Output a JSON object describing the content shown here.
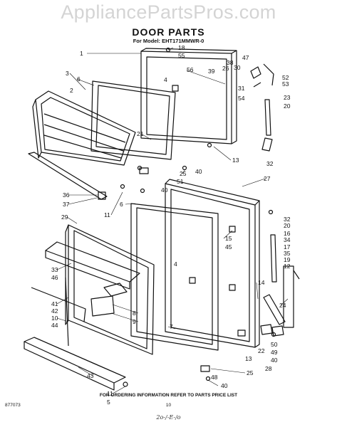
{
  "header": {
    "watermark": "AppliancePartsPros.com",
    "title": "DOOR PARTS",
    "model_line": "For Model: EHT171MMWR-0"
  },
  "footer": {
    "instruction": "FOR ORDERING INFORMATION REFER TO PARTS PRICE LIST",
    "page_number": "10",
    "drawing_code": "877073",
    "handwritten_note": "2o-/-E-/o"
  },
  "diagram": {
    "callouts": [
      "1",
      "18",
      "55",
      "56",
      "47",
      "38",
      "26",
      "39",
      "30",
      "52",
      "53",
      "31",
      "54",
      "23",
      "20",
      "4",
      "3",
      "6",
      "2",
      "21",
      "13",
      "32",
      "25",
      "51",
      "40",
      "40",
      "27",
      "36",
      "37",
      "11",
      "6",
      "29",
      "32",
      "20",
      "16",
      "34",
      "17",
      "35",
      "19",
      "12",
      "15",
      "45",
      "4",
      "33",
      "46",
      "14",
      "7",
      "8",
      "9",
      "24",
      "41",
      "42",
      "10",
      "44",
      "50",
      "49",
      "40",
      "22",
      "13",
      "28",
      "43",
      "25",
      "48",
      "11",
      "5",
      "40"
    ]
  }
}
